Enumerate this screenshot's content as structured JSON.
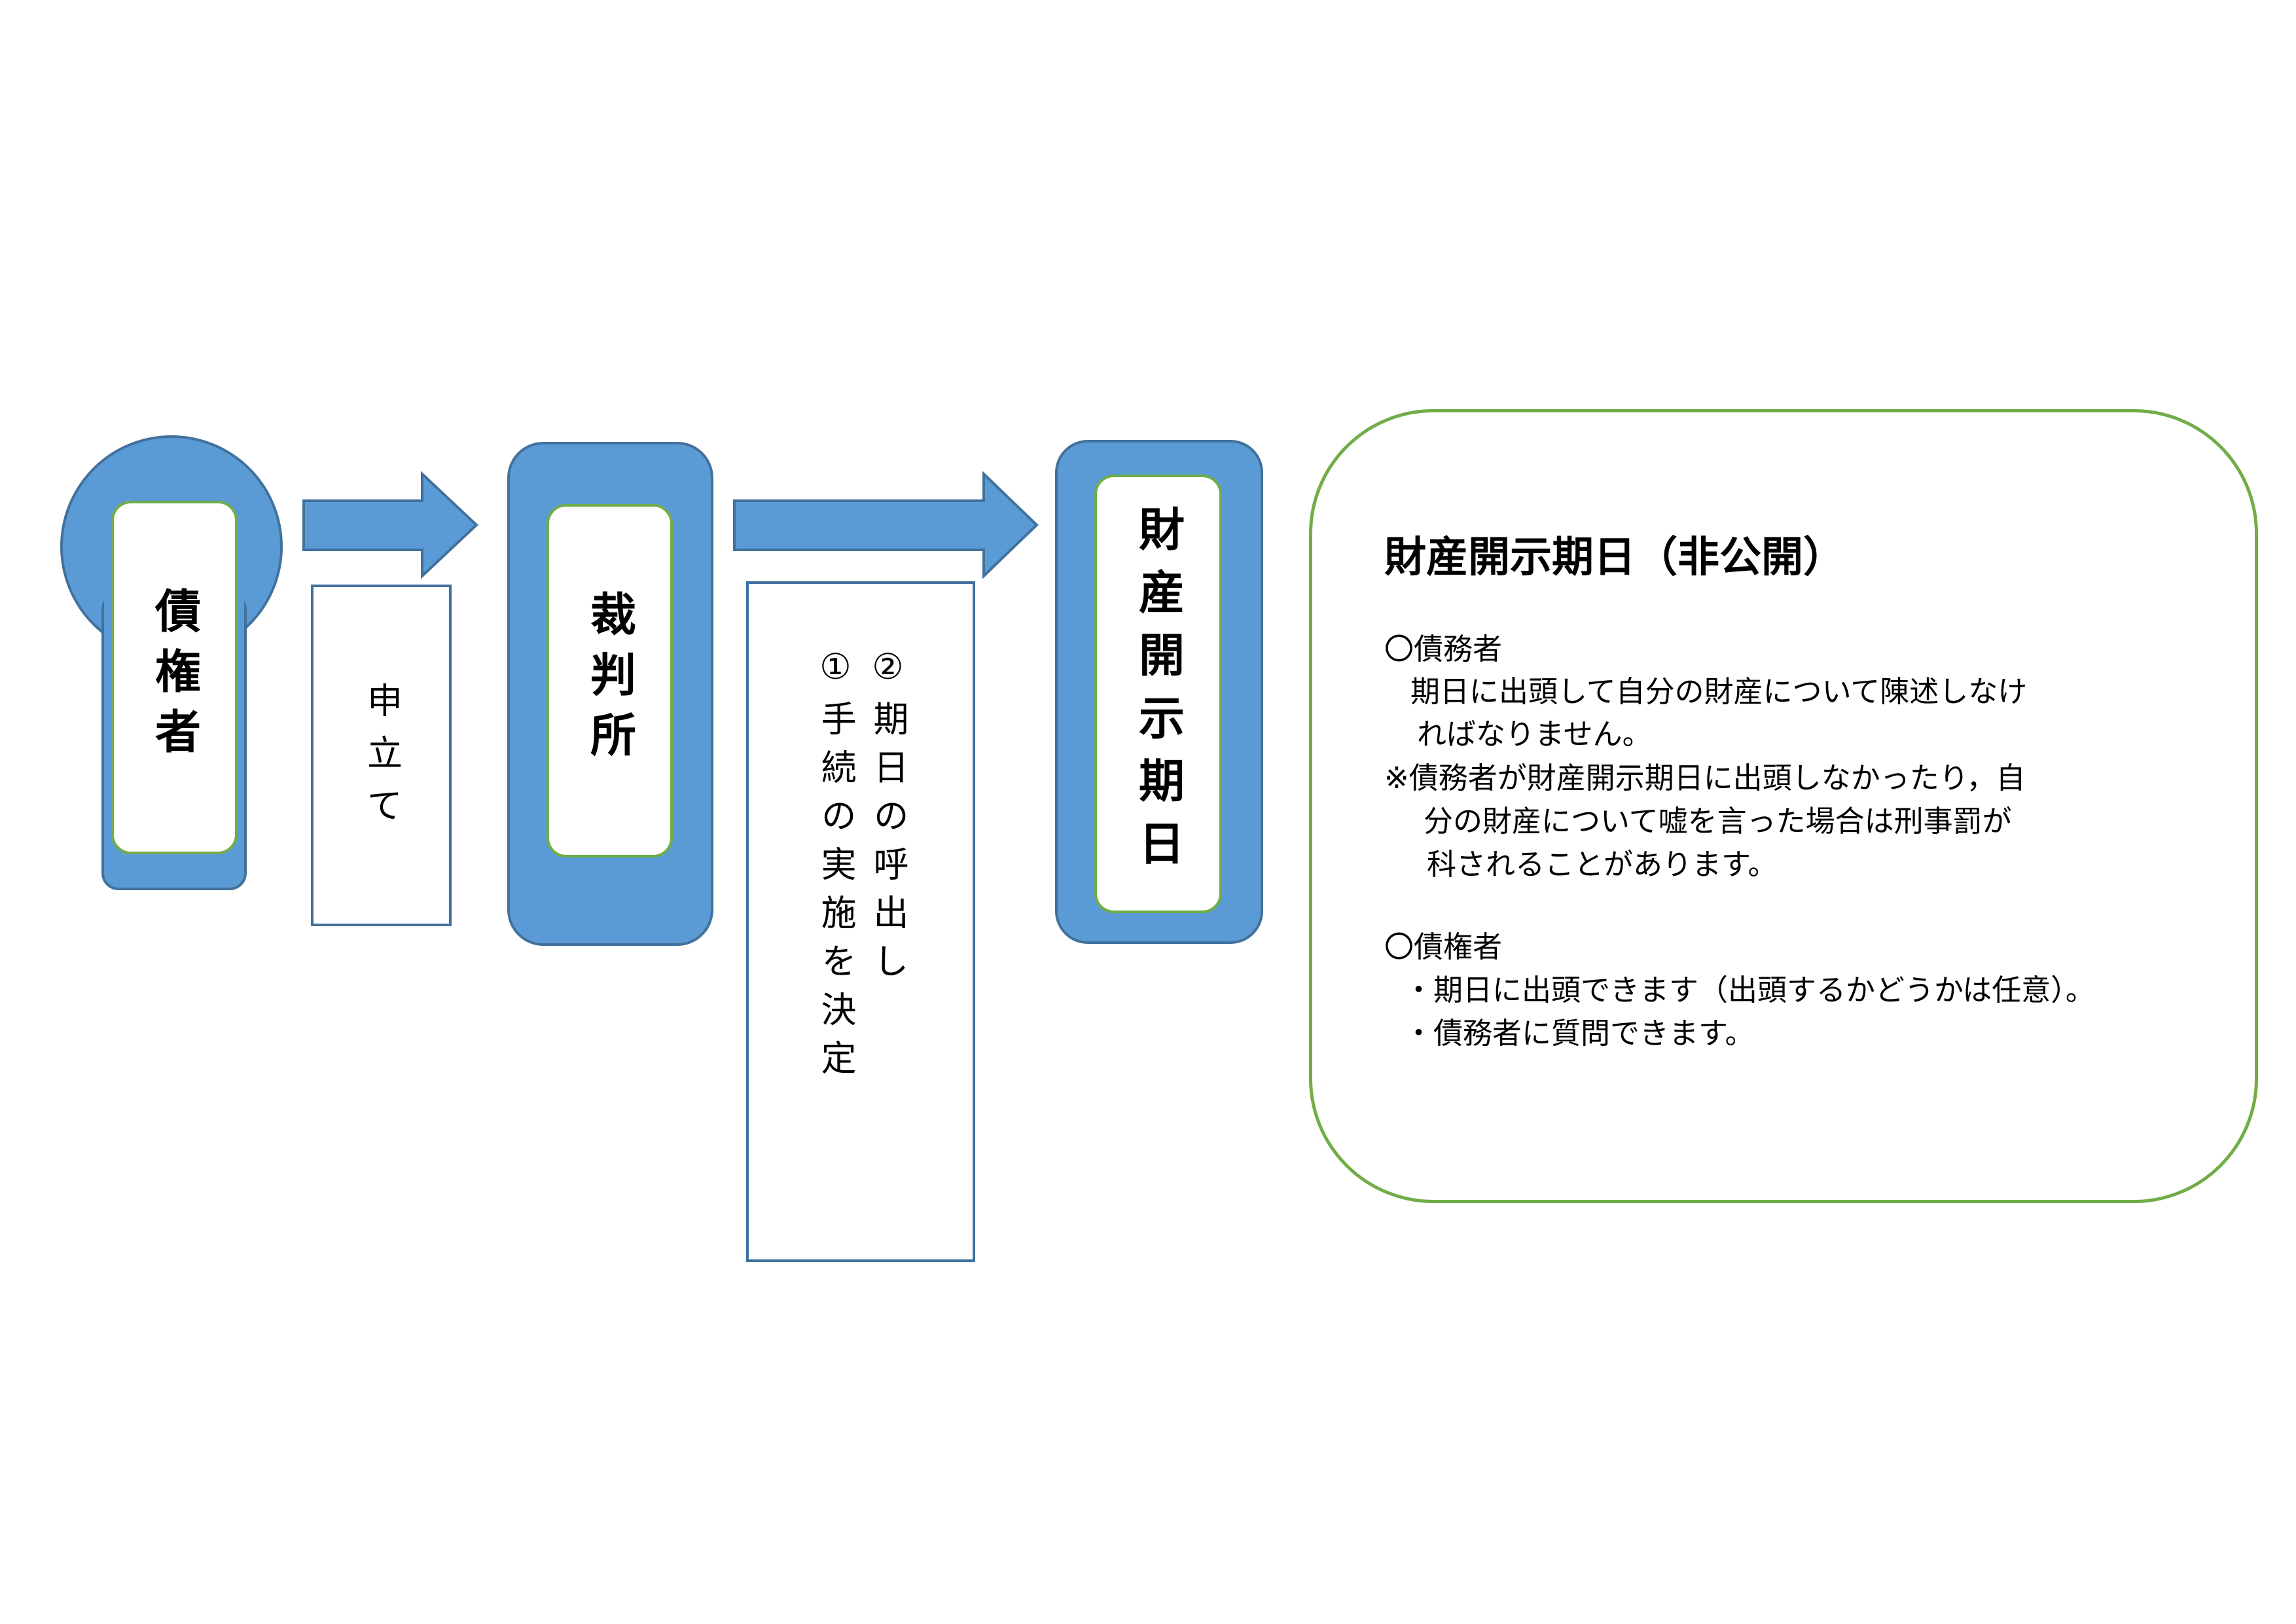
{
  "nodes": {
    "creditor": "債権者",
    "court": "裁判所",
    "disclosure_date": "財産開示期日"
  },
  "labels": {
    "petition": "申立て",
    "court_step1": "①手続の実施を決定",
    "court_step2": "②期日の呼出し"
  },
  "info": {
    "title": "財産開示期日（非公開）",
    "debtor_heading": "〇債務者",
    "debtor_line1": "期日に出頭して自分の財産について陳述しなけ",
    "debtor_line2": "ればなりません。",
    "note_line1": "※債務者が財産開示期日に出頭しなかったり，自",
    "note_line2": "分の財産について嘘を言った場合は刑事罰が",
    "note_line3": "科されることがあります。",
    "creditor_heading": "〇債権者",
    "creditor_line1": "・期日に出頭できます（出頭するかどうかは任意）。",
    "creditor_line2": "・債務者に質問できます。"
  },
  "colors": {
    "shape_fill": "#5b9bd5",
    "shape_border": "#41719c",
    "inner_border": "#70ad47",
    "info_border": "#70ad47"
  }
}
